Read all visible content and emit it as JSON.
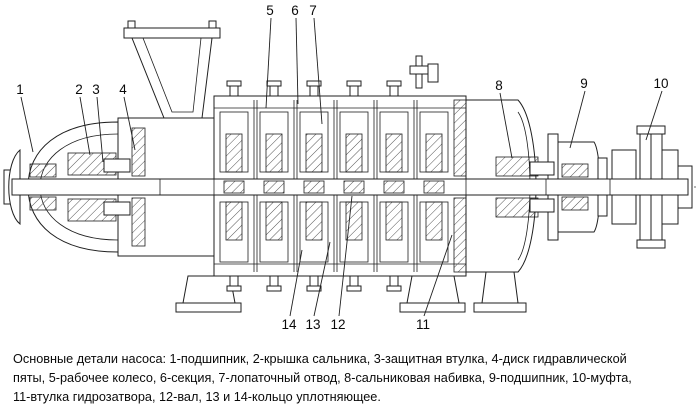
{
  "diagram": {
    "name": "multistage-centrifugal-pump-cross-section",
    "callouts": {
      "n1": "1",
      "n2": "2",
      "n3": "3",
      "n4": "4",
      "n5": "5",
      "n6": "6",
      "n7": "7",
      "n8": "8",
      "n9": "9",
      "n10": "10",
      "n11": "11",
      "n12": "12",
      "n13": "13",
      "n14": "14"
    }
  },
  "caption": {
    "lines": [
      "Основные детали насоса: 1-подшипник, 2-крышка сальника, 3-защитная втулка, 4-диск гидравлической",
      "пяты, 5-рабочее колесо, 6-секция, 7-лопаточный отвод, 8-сальниковая набивка, 9-подшипник, 10-муфта,",
      "11-втулка гидрозатвора, 12-вал, 13 и 14-кольцо уплотняющее."
    ]
  },
  "colors": {
    "line": "#1f1f1f",
    "background": "#ffffff"
  }
}
